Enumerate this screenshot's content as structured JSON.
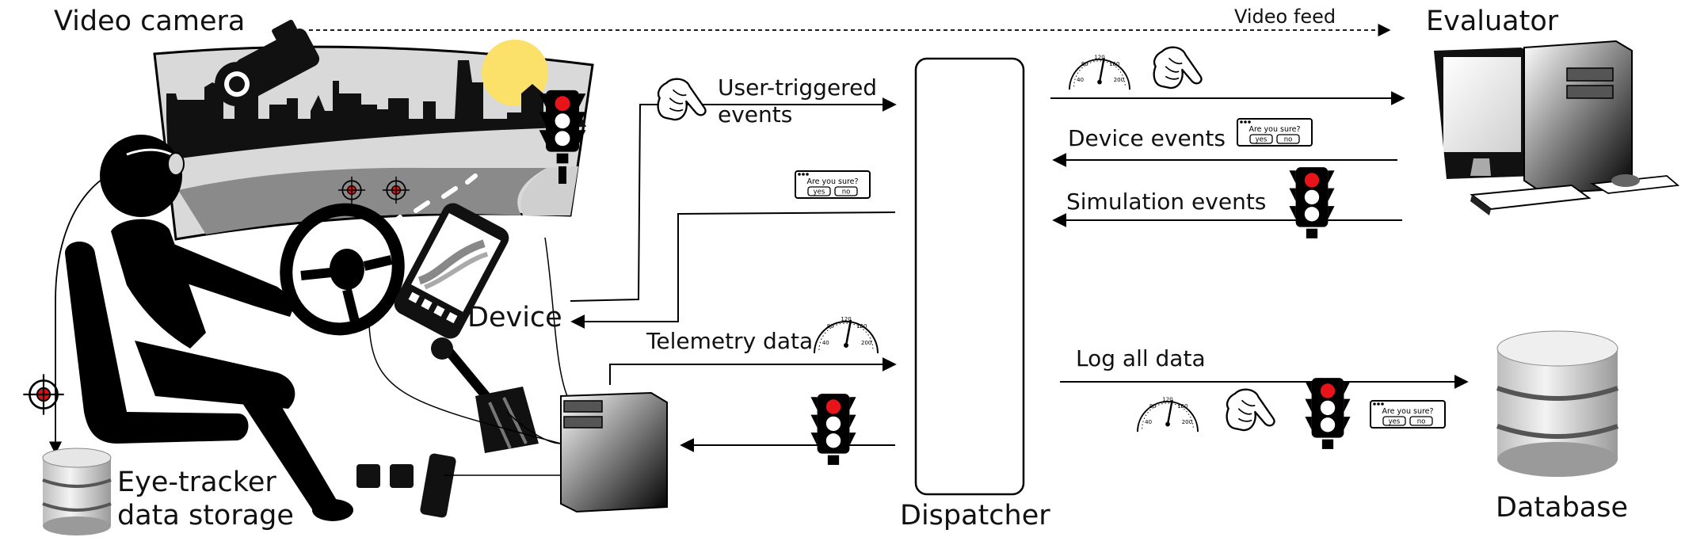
{
  "labels": {
    "video_camera": "Video camera",
    "video_feed": "Video feed",
    "evaluator": "Evaluator",
    "user_triggered_line1": "User-triggered",
    "user_triggered_line2": "events",
    "device_events": "Device events",
    "simulation_events": "Simulation events",
    "device": "Device",
    "telemetry_data": "Telemetry data",
    "log_all_data": "Log all data",
    "dispatcher": "Dispatcher",
    "database": "Database",
    "eye_tracker_line1": "Eye-tracker",
    "eye_tracker_line2": "data storage"
  },
  "dialog": {
    "question": "Are you sure?",
    "yes": "yes",
    "no": "no"
  },
  "gauge": {
    "ticks": [
      "40",
      "80",
      "120",
      "160",
      "200"
    ]
  },
  "colors": {
    "sun": "#fbe06a",
    "light_red": "#e8141a",
    "road": "#8a8a8a",
    "shoulder": "#d9d9d9",
    "skyline": "#111111"
  }
}
